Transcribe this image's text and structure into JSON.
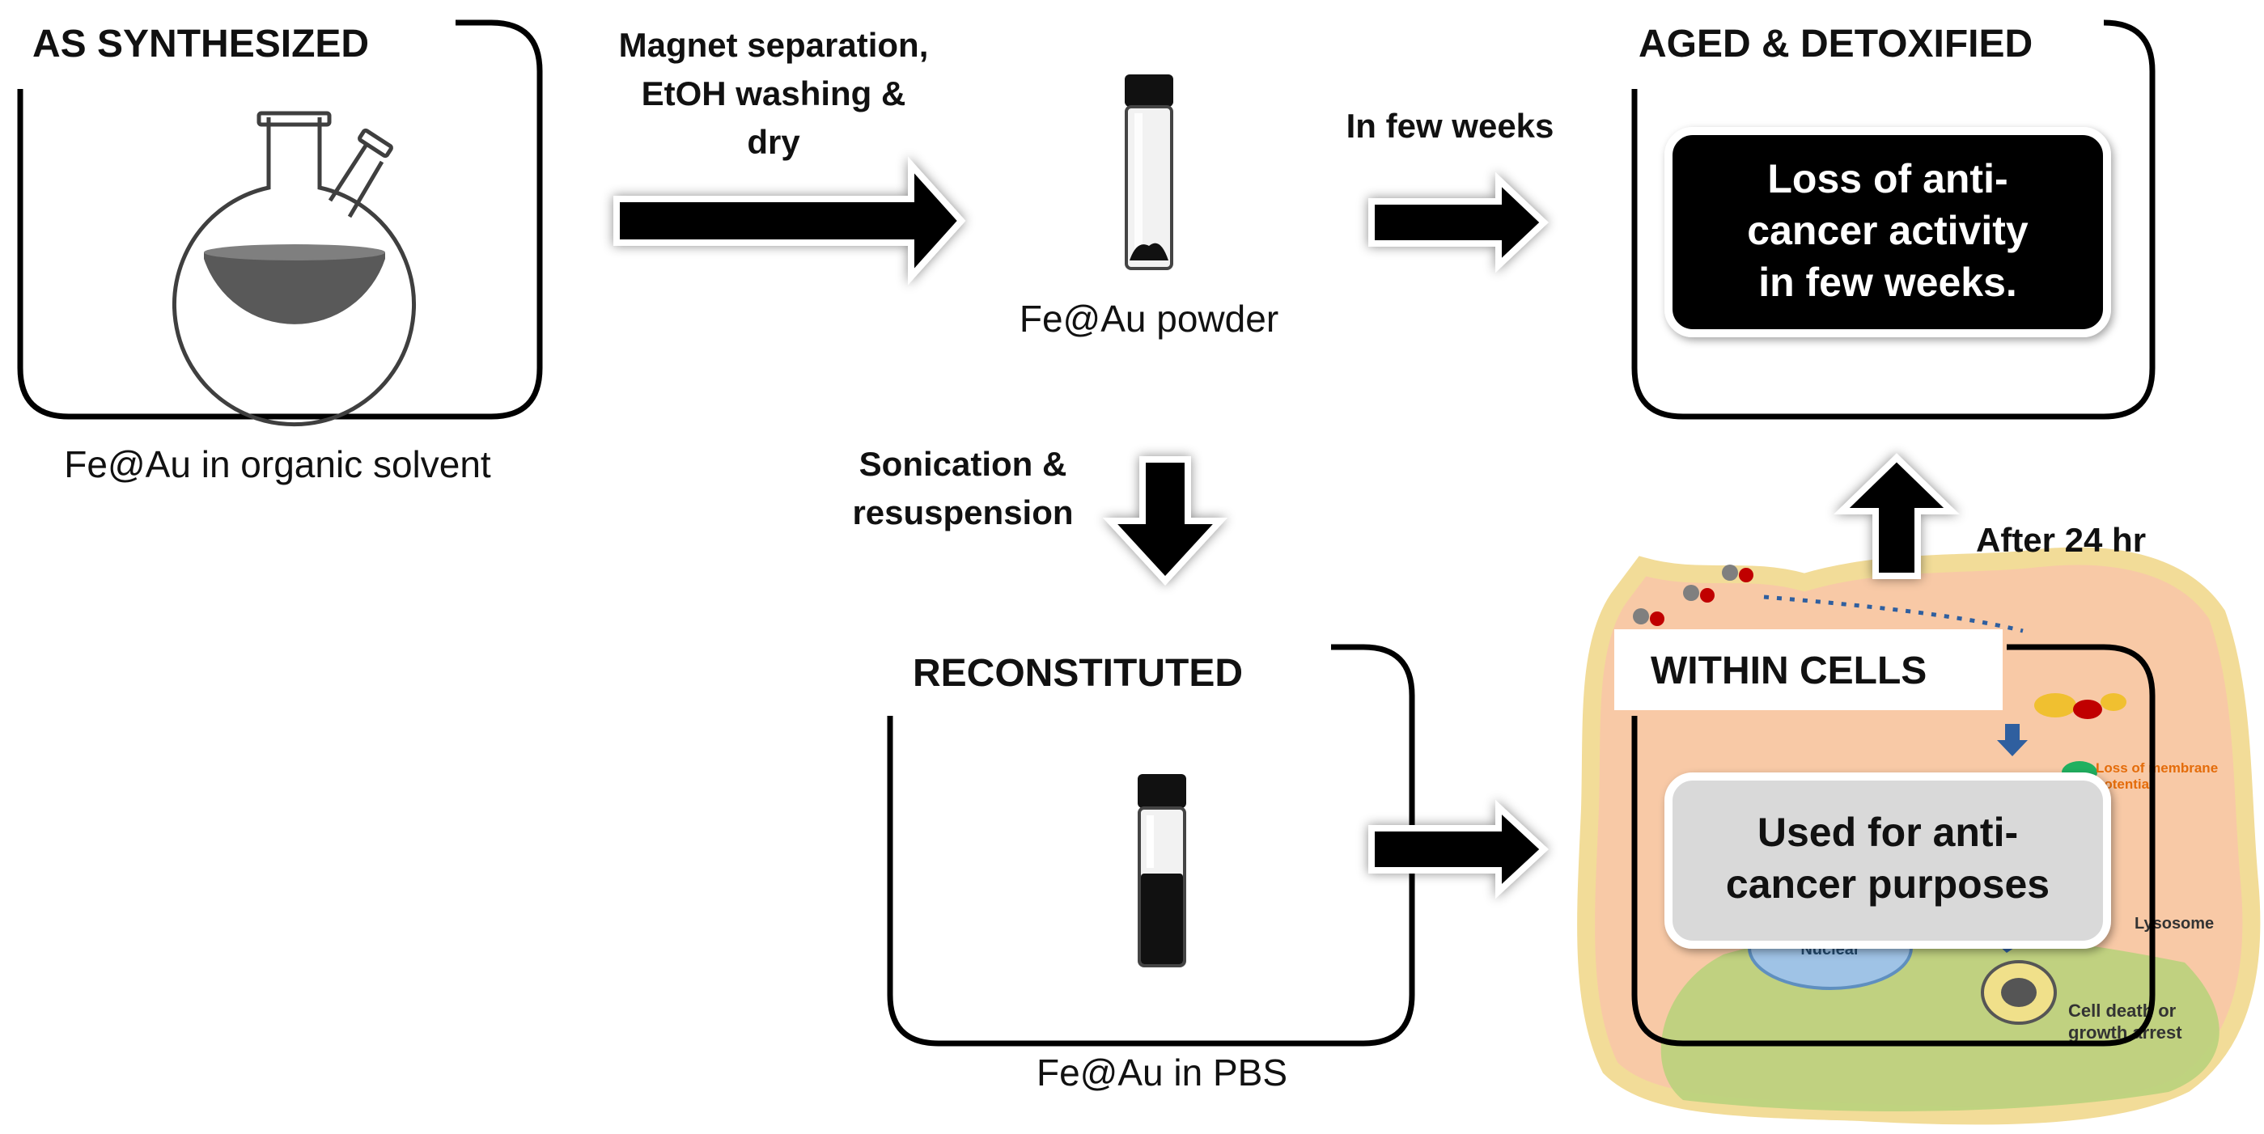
{
  "panels": {
    "as_synthesized": {
      "title": "AS SYNTHESIZED",
      "caption": "Fe@Au in organic solvent"
    },
    "powder": {
      "caption": "Fe@Au powder"
    },
    "aged": {
      "title": "AGED & DETOXIFIED",
      "box_lines": [
        "Loss of anti-",
        "cancer activity",
        "in few weeks."
      ]
    },
    "reconstituted": {
      "title": "RECONSTITUTED",
      "caption": "Fe@Au in PBS"
    },
    "within_cells": {
      "title": "WITHIN CELLS",
      "box_lines": [
        "Used for anti-",
        "cancer purposes"
      ]
    }
  },
  "arrows": {
    "synth_to_powder": [
      "Magnet separation,",
      "EtOH washing &",
      "dry"
    ],
    "powder_to_aged": "In few weeks",
    "powder_to_reconstituted": [
      "Sonication &",
      "resuspension"
    ],
    "cells_to_aged": "After 24 hr"
  },
  "cell_labels": {
    "nuclear": "Nuclear",
    "membrane": [
      "Loss of membrane",
      "potential"
    ],
    "lysosome": "Lysosome",
    "death": [
      "Cell death  or",
      "growth arrest"
    ]
  },
  "colors": {
    "cell_body": "#f8c9a6",
    "cell_border": "#f2dc98",
    "cell_green": "#b9d27c",
    "nucleus": "#9fc3e6",
    "aged_box": "#000000",
    "cells_box": "#d9d9d9"
  }
}
